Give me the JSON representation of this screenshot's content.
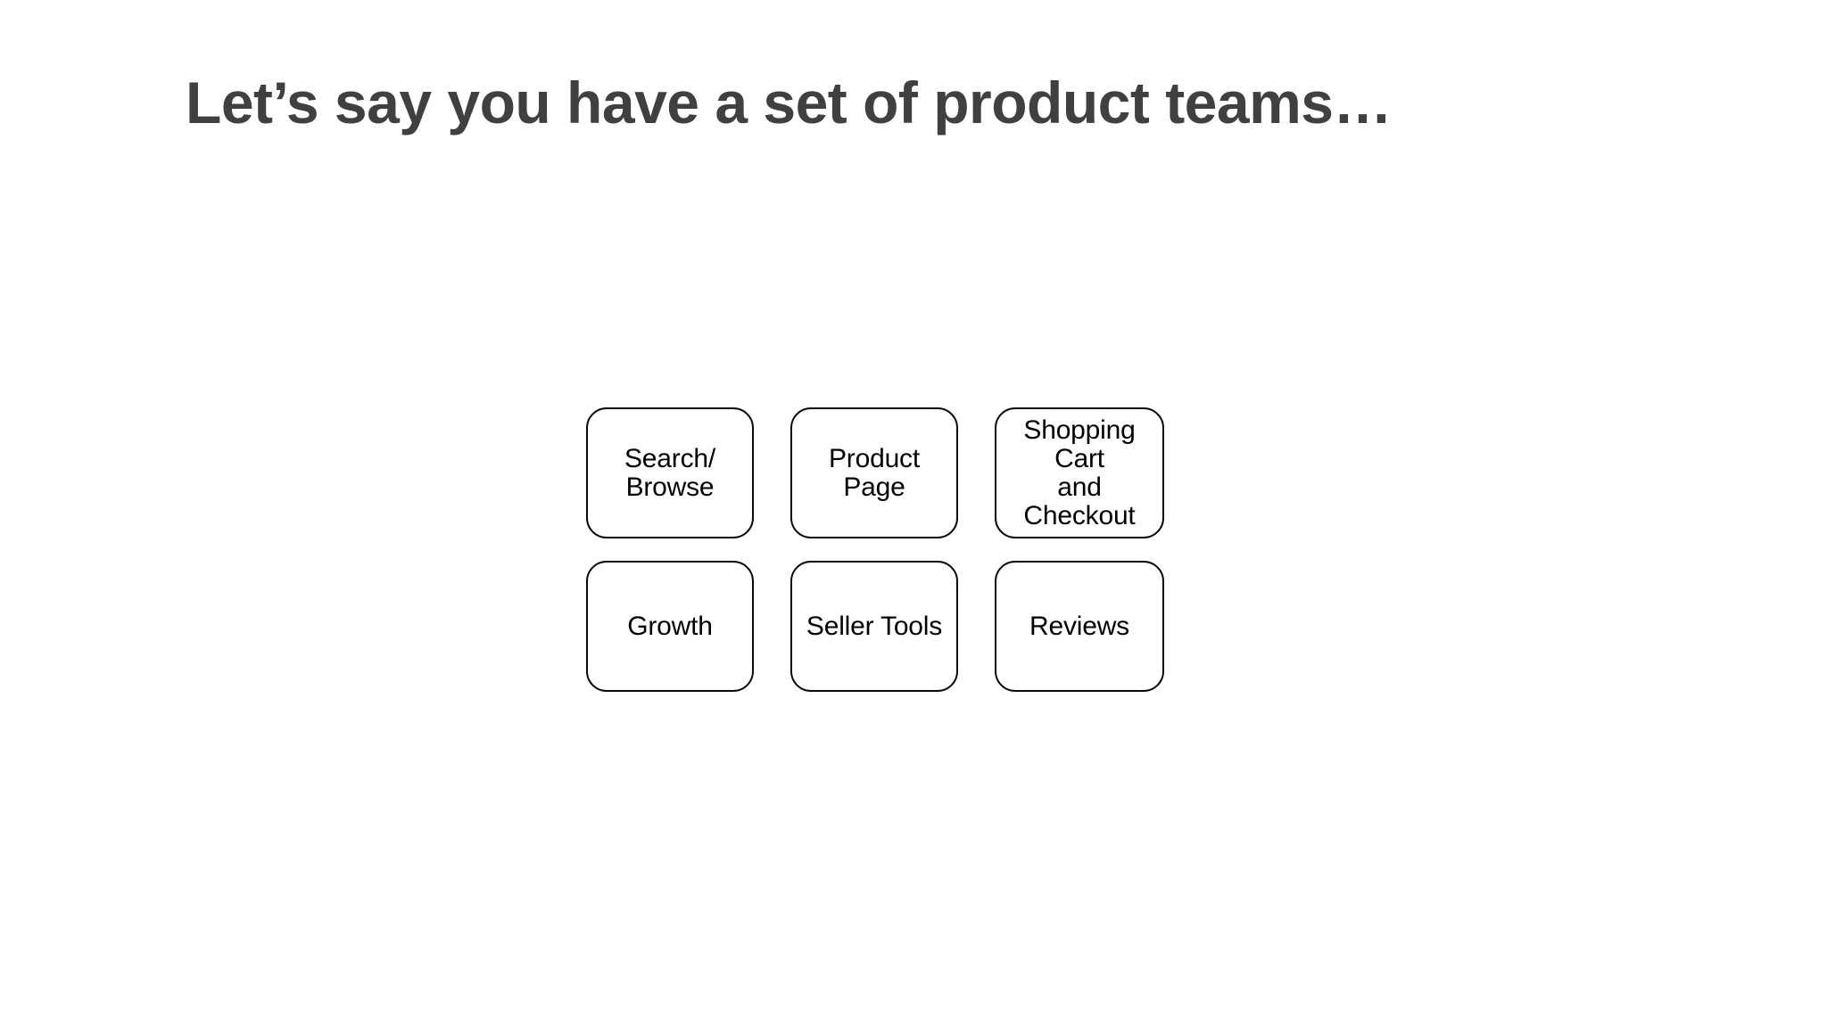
{
  "slide": {
    "title": "Let’s say you have a set of product teams…",
    "background_color": "#ffffff",
    "title_color": "#404040",
    "box_border_color": "#0a0a0a",
    "box_fill_color": "#ffffff"
  },
  "team_grid": {
    "columns": 3,
    "rows": 2,
    "boxes": [
      {
        "id": "search-browse",
        "label": "Search/\nBrowse"
      },
      {
        "id": "product-page",
        "label": "Product Page"
      },
      {
        "id": "shopping-cart",
        "label": "Shopping Cart\nand Checkout"
      },
      {
        "id": "growth",
        "label": "Growth"
      },
      {
        "id": "seller-tools",
        "label": "Seller Tools"
      },
      {
        "id": "reviews",
        "label": "Reviews"
      }
    ]
  }
}
